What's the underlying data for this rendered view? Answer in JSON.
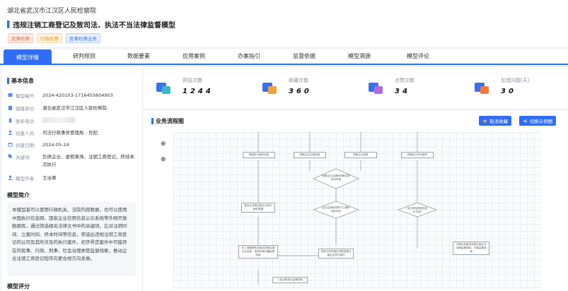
{
  "header": {
    "org": "湖北省武汉市江汉区人民检察院",
    "title": "违规注销工商登记及致司法、执法不当法律监督模型",
    "tags": [
      "民事检察",
      "行政检察",
      "民事检察业务"
    ]
  },
  "tabs": [
    "模型详情",
    "研判规则",
    "数据要素",
    "应用案例",
    "办案指引",
    "监督依据",
    "模型溯源",
    "模型评论"
  ],
  "basic_info": {
    "title": "基本信息",
    "rows": [
      {
        "icon": "id-icon",
        "label": "模型编号:",
        "value": "2024-420103-1716455604903"
      },
      {
        "icon": "building-icon",
        "label": "建模单位:",
        "value": "湖北省武汉市江汉区人民检察院"
      },
      {
        "icon": "phone-icon",
        "label": "联系电话:",
        "value": ""
      },
      {
        "icon": "person-icon",
        "label": "创建人员:",
        "value": "司法行政事务管理局 - 肖阳"
      },
      {
        "icon": "calendar-icon",
        "label": "创建日期:",
        "value": "2024-05-24"
      },
      {
        "icon": "tag-icon",
        "label": "关键词:",
        "value": "负债企业、虚假离场、注销工商登记、终结本次执行"
      },
      {
        "icon": "author-icon",
        "label": "模型作者:",
        "value": "王冰寒"
      }
    ]
  },
  "intro": {
    "title": "模型简介",
    "text": "本模型基可以使用行政机关、法院内部数据，也可以使用中国执行信息网、国家企业信用信息公示系统等外网开放数据库，通过筛选相关法律文书中的关键词，比对注销时间、立案时间、终本时间等信息，筛选出违规注销工商登记的公司及其所涉及的执行案件，初步界定案件中可能存在的民事、行政、刑事、社会治理类管监督线索，推动企业注销工商登记程序向更合规方向发展。"
  },
  "rating": {
    "title": "模型评分"
  },
  "stats": [
    {
      "icon": "browse-icon",
      "label": "预览次数",
      "value": "1244"
    },
    {
      "icon": "favorite-icon",
      "label": "收藏次数",
      "value": "360"
    },
    {
      "icon": "download-icon",
      "label": "点赞次数",
      "value": "34"
    },
    {
      "icon": "feedback-icon",
      "label": "反馈问题(天)",
      "value": "30"
    }
  ],
  "flow": {
    "title": "业务流程图",
    "favorite_label": "取消收藏",
    "switch_label": "切换示例图",
    "nodes": [
      "获取执行案件信息",
      "获取企业注销信息",
      "获取企业信息",
      "获取执行终本案件",
      "判断企业注销时间是否在终本时间",
      "是否为法院注销企业执行案件数据",
      "企业注销时间早于立案时间并存在",
      "执行终结类型判定为\"终本\"",
      "向工商管理机关推送违规注销企业信息，发现本案涉嫌监督线索",
      "向执行机关推送关联违规注销企业执行案件",
      "行政机关推送违规注销企业法律监督线索，行政监督线索",
      "人民法院执行监督线索"
    ]
  }
}
